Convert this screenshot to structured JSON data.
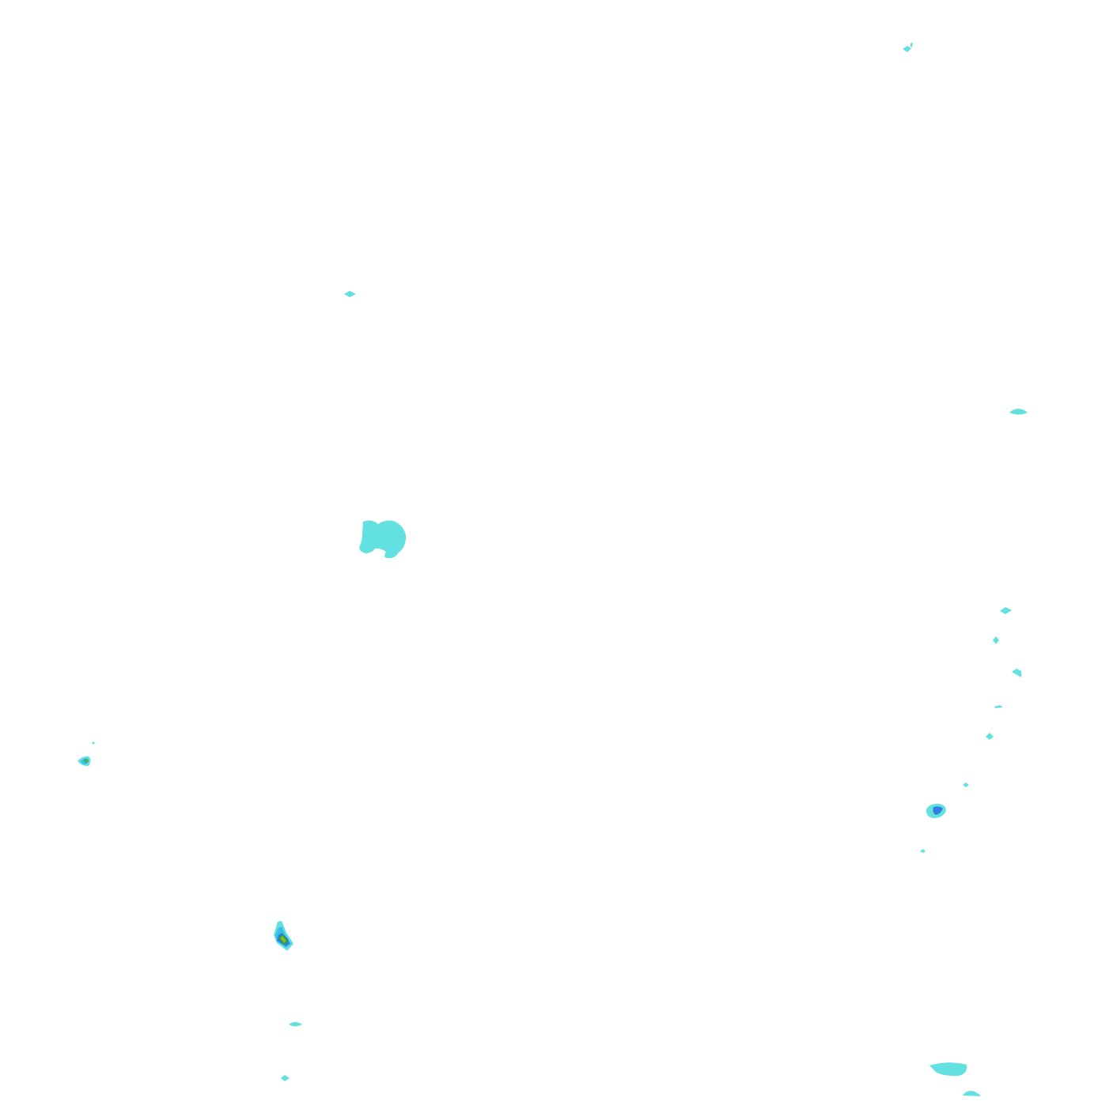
{
  "map": {
    "kind": "filled-contour-overlay",
    "background": "#ffffff",
    "levels": [
      {
        "id": "l1",
        "color": "#62e1e0"
      },
      {
        "id": "l2",
        "color": "#3bbfe8"
      },
      {
        "id": "l3",
        "color": "#2f7fe0"
      },
      {
        "id": "l4",
        "color": "#2a9d4a"
      },
      {
        "id": "l5",
        "color": "#8ab820"
      }
    ]
  }
}
